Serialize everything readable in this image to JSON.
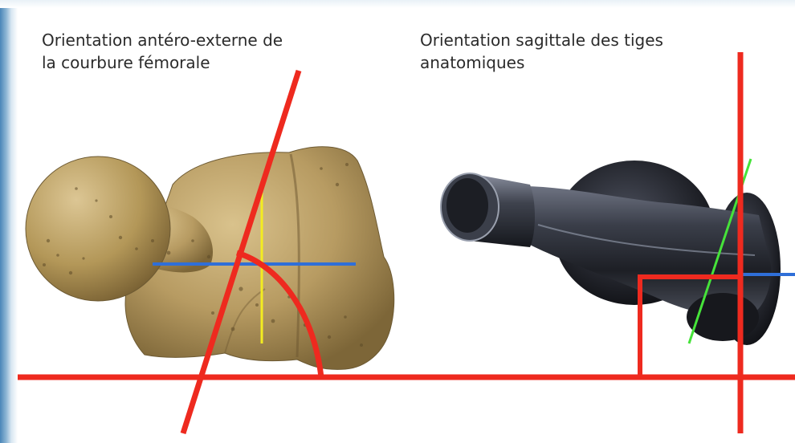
{
  "slide": {
    "caption_left": "Orientation antéro-externe de\nla courbure fémorale",
    "caption_right": "Orientation sagittale des tiges\nanatomiques"
  },
  "colors": {
    "annotation_red": "#ee2a1f",
    "axis_blue": "#2f6fd8",
    "axis_yellow": "#f3ec21",
    "axis_green": "#46e33a",
    "bone_tan": "#b79b62",
    "stem_dark": "#2a2d35"
  },
  "icons": [
    "femur-bone-model",
    "femoral-stem-implant"
  ]
}
